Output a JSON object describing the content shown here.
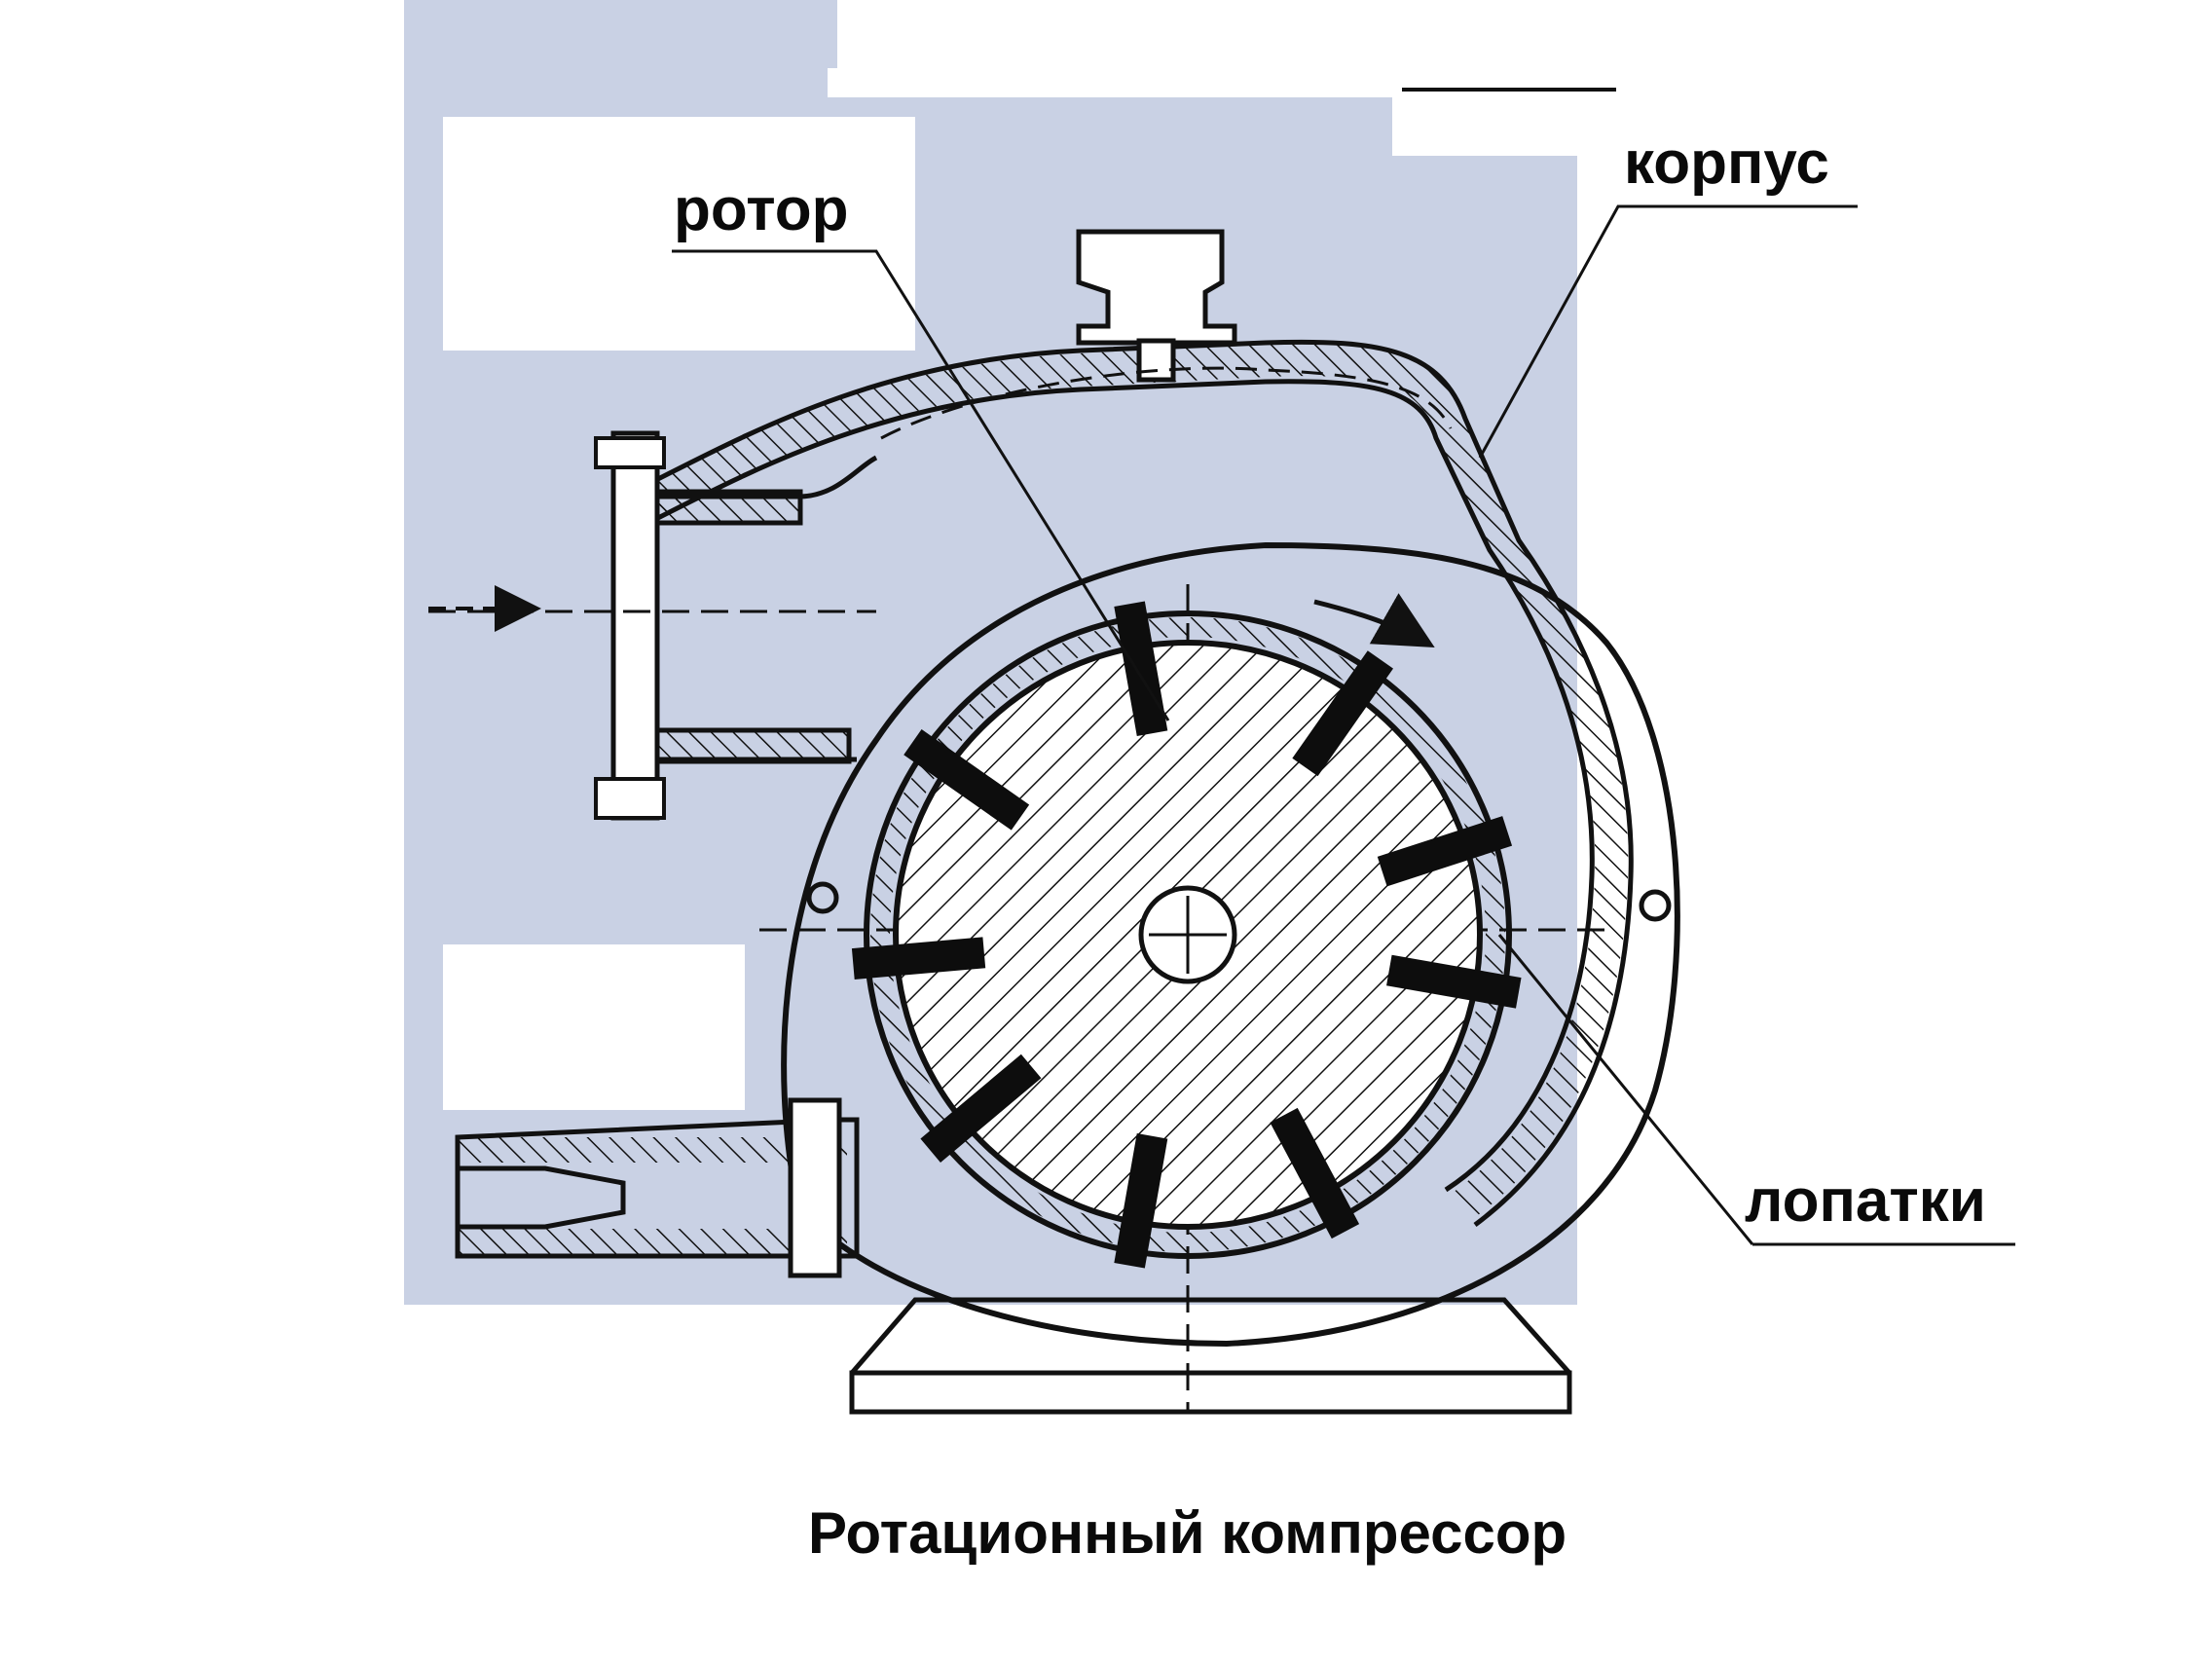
{
  "diagram": {
    "caption": "Ротационный компрессор",
    "labels": {
      "rotor": "ротор",
      "housing": "корпус",
      "vanes": "лопатки"
    },
    "colors": {
      "paper": "#c9d1e4",
      "ink": "#111111",
      "white_patch": "#ffffff",
      "blade_fill": "#0d0d0d"
    }
  }
}
